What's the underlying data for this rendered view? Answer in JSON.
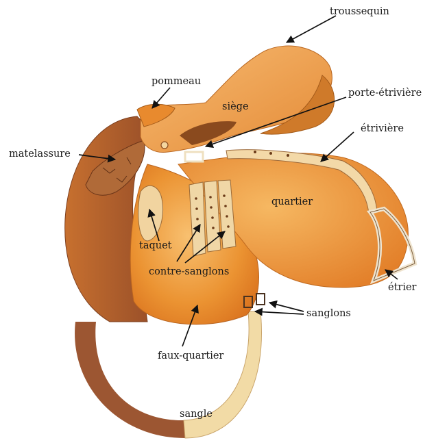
{
  "labels": {
    "troussequin": "troussequin",
    "pommeau": "pommeau",
    "siege": "siège",
    "porte_etriviere": "porte-étrivière",
    "etriviere": "étrivière",
    "matelassure": "matelassure",
    "quartier": "quartier",
    "taquet": "taquet",
    "contre_sanglons": "contre-sanglons",
    "etrier": "étrier",
    "sanglons": "sanglons",
    "faux_quartier": "faux-quartier",
    "sangle": "sangle"
  },
  "colors": {
    "background": "#ffffff",
    "leather_light": "#f4b060",
    "leather_mid": "#e88a2e",
    "leather_dark": "#a8542a",
    "girth": "#f2dba6",
    "girth_dark": "#8a4a2c",
    "arrow": "#111111"
  }
}
